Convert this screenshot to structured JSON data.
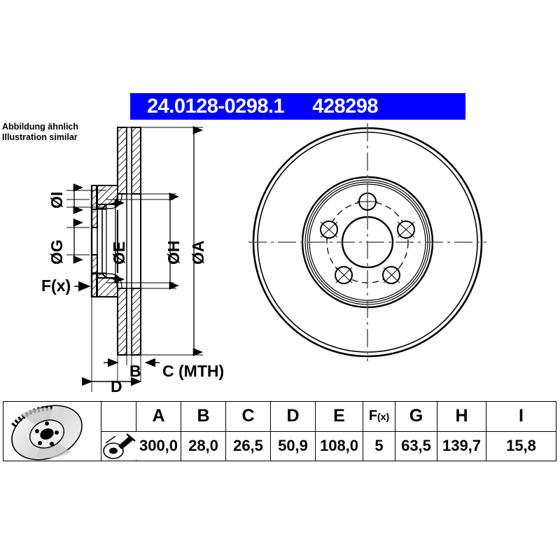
{
  "header": {
    "part_number": "24.0128-0298.1",
    "reference_number": "428298",
    "background_color": "#0000FF",
    "text_color": "#FFFFFF"
  },
  "illustration_note": {
    "line_de": "Abbildung ähnlich",
    "line_en": "Illustration similar"
  },
  "drawing": {
    "dimension_labels": {
      "diameter_i": "ØI",
      "diameter_g": "ØG",
      "diameter_e": "ØE",
      "diameter_h": "ØH",
      "diameter_a": "ØA",
      "force_fx": "F(x)",
      "thickness_b": "B",
      "thickness_c": "C (MTH)",
      "height_d": "D"
    },
    "front_view": {
      "bolt_hole_count": 5,
      "description": "brake-disc-front-view"
    },
    "section_view": {
      "description": "brake-disc-cross-section",
      "vented": true
    }
  },
  "spec_table": {
    "product_image_name": "vented-brake-disc-photo",
    "tool_image_name": "disc-measuring-tool-icon",
    "headers": [
      "A",
      "B",
      "C",
      "D",
      "E",
      "F(x)",
      "G",
      "H",
      "I"
    ],
    "header_fx_base": "F",
    "header_fx_sub": "(x)",
    "values": [
      "300,0",
      "28,0",
      "26,5",
      "50,9",
      "108,0",
      "5",
      "63,5",
      "139,7",
      "15,8"
    ]
  }
}
